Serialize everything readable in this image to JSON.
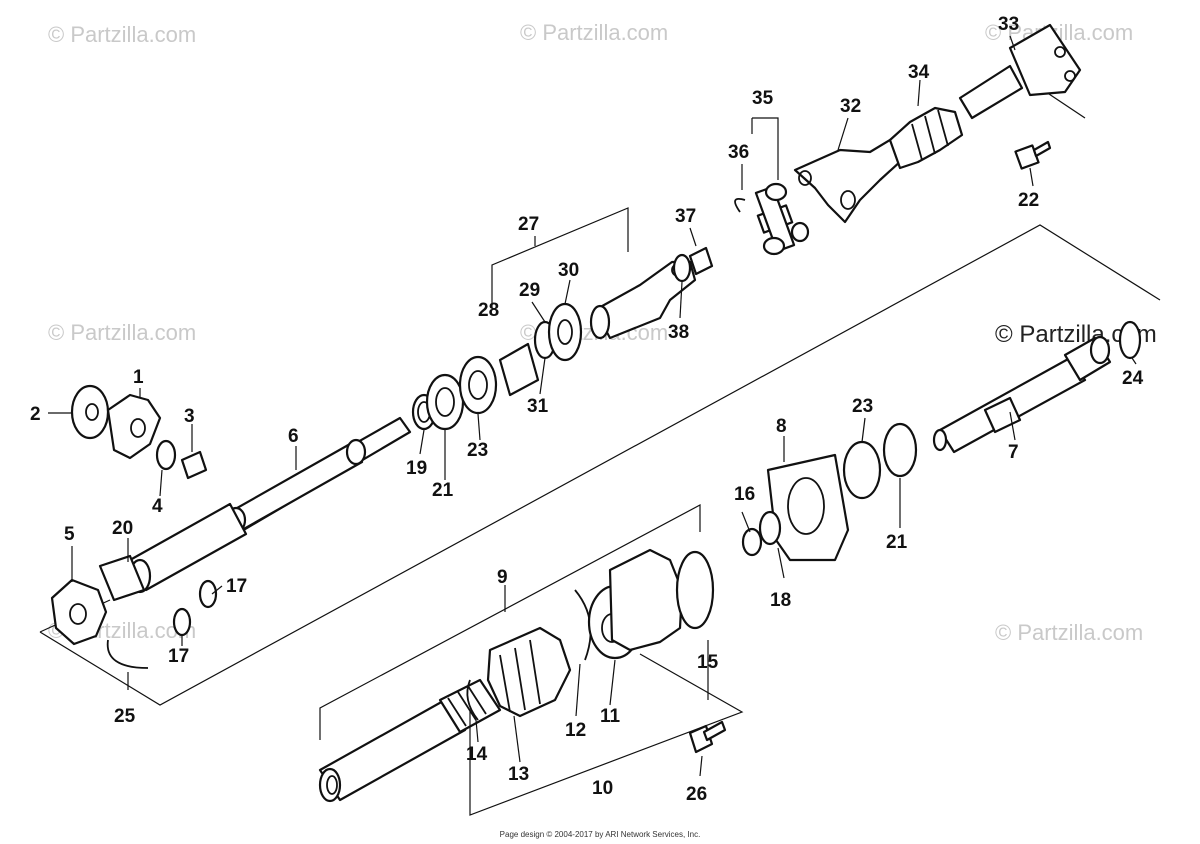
{
  "watermarks": [
    "© Partzilla.com",
    "© Partzilla.com",
    "© Partzilla.com",
    "© Partzilla.com",
    "© Partzilla.com",
    "© Partzilla.com",
    "© Partzilla.com",
    "© Partzilla.com"
  ],
  "footer": "Page design © 2004-2017 by ARI Network Services, Inc.",
  "callouts": [
    "1",
    "2",
    "3",
    "4",
    "5",
    "6",
    "7",
    "8",
    "9",
    "10",
    "11",
    "12",
    "13",
    "14",
    "15",
    "16",
    "17",
    "17",
    "18",
    "19",
    "20",
    "21",
    "21",
    "22",
    "23",
    "23",
    "24",
    "25",
    "26",
    "27",
    "28",
    "29",
    "30",
    "31",
    "32",
    "33",
    "34",
    "35",
    "36",
    "37",
    "38"
  ]
}
